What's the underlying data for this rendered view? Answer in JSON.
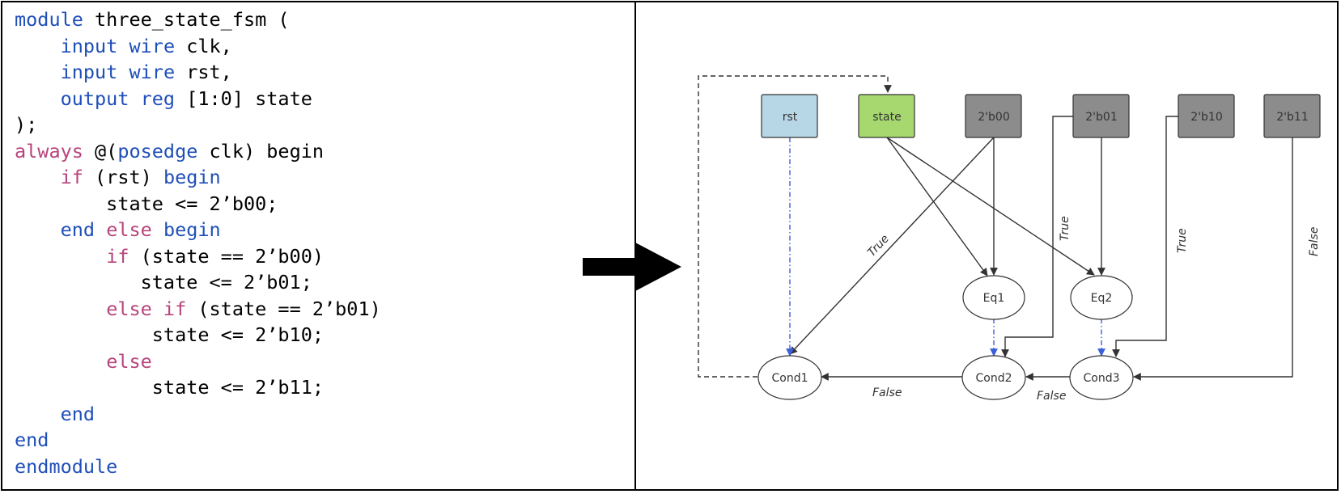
{
  "code": {
    "lines": [
      [
        {
          "t": "module",
          "c": "kw"
        },
        {
          "t": " three_state_fsm (",
          "c": "plain"
        }
      ],
      [
        {
          "t": "    ",
          "c": "plain"
        },
        {
          "t": "input",
          "c": "kw"
        },
        {
          "t": " ",
          "c": "plain"
        },
        {
          "t": "wire",
          "c": "kw"
        },
        {
          "t": " clk,",
          "c": "plain"
        }
      ],
      [
        {
          "t": "    ",
          "c": "plain"
        },
        {
          "t": "input",
          "c": "kw"
        },
        {
          "t": " ",
          "c": "plain"
        },
        {
          "t": "wire",
          "c": "kw"
        },
        {
          "t": " rst,",
          "c": "plain"
        }
      ],
      [
        {
          "t": "    ",
          "c": "plain"
        },
        {
          "t": "output",
          "c": "kw"
        },
        {
          "t": " ",
          "c": "plain"
        },
        {
          "t": "reg",
          "c": "kw"
        },
        {
          "t": " [1:0] state",
          "c": "plain"
        }
      ],
      [
        {
          "t": ");",
          "c": "plain"
        }
      ],
      [
        {
          "t": "always",
          "c": "ctl"
        },
        {
          "t": " @(",
          "c": "plain"
        },
        {
          "t": "posedge",
          "c": "kw"
        },
        {
          "t": " clk) begin",
          "c": "plain"
        }
      ],
      [
        {
          "t": "    ",
          "c": "plain"
        },
        {
          "t": "if",
          "c": "ctl"
        },
        {
          "t": " (rst) ",
          "c": "plain"
        },
        {
          "t": "begin",
          "c": "kw"
        }
      ],
      [
        {
          "t": "        state <= 2’b00;",
          "c": "plain"
        }
      ],
      [
        {
          "t": "    ",
          "c": "plain"
        },
        {
          "t": "end",
          "c": "kw"
        },
        {
          "t": " ",
          "c": "plain"
        },
        {
          "t": "else",
          "c": "ctl"
        },
        {
          "t": " ",
          "c": "plain"
        },
        {
          "t": "begin",
          "c": "kw"
        }
      ],
      [
        {
          "t": "        ",
          "c": "plain"
        },
        {
          "t": "if",
          "c": "ctl"
        },
        {
          "t": " (state == 2’b00)",
          "c": "plain"
        }
      ],
      [
        {
          "t": "           state <= 2’b01;",
          "c": "plain"
        }
      ],
      [
        {
          "t": "        ",
          "c": "plain"
        },
        {
          "t": "else if",
          "c": "ctl"
        },
        {
          "t": " (state == 2’b01)",
          "c": "plain"
        }
      ],
      [
        {
          "t": "            state <= 2’b10;",
          "c": "plain"
        }
      ],
      [
        {
          "t": "        ",
          "c": "plain"
        },
        {
          "t": "else",
          "c": "ctl"
        }
      ],
      [
        {
          "t": "            state <= 2’b11;",
          "c": "plain"
        }
      ],
      [
        {
          "t": "    ",
          "c": "plain"
        },
        {
          "t": "end",
          "c": "kw"
        }
      ],
      [
        {
          "t": "end",
          "c": "kw"
        }
      ],
      [
        {
          "t": "endmodule",
          "c": "kw"
        }
      ]
    ]
  },
  "diagram": {
    "nodes": {
      "rst": "rst",
      "state": "state",
      "b00": "2'b00",
      "b01": "2'b01",
      "b10": "2'b10",
      "b11": "2'b11",
      "eq1": "Eq1",
      "eq2": "Eq2",
      "cond1": "Cond1",
      "cond2": "Cond2",
      "cond3": "Cond3"
    },
    "edge_labels": {
      "true1": "True",
      "true2": "True",
      "true3": "True",
      "false_b11": "False",
      "false_c2": "False",
      "false_c3": "False"
    }
  },
  "colors": {
    "keyword": "#1f4fb8",
    "control": "#b8447c",
    "rst_fill": "#b8d7e6",
    "state_fill": "#a6d86f",
    "const_fill": "#8c8c8c",
    "dashed_blue": "#3a5fd9"
  }
}
